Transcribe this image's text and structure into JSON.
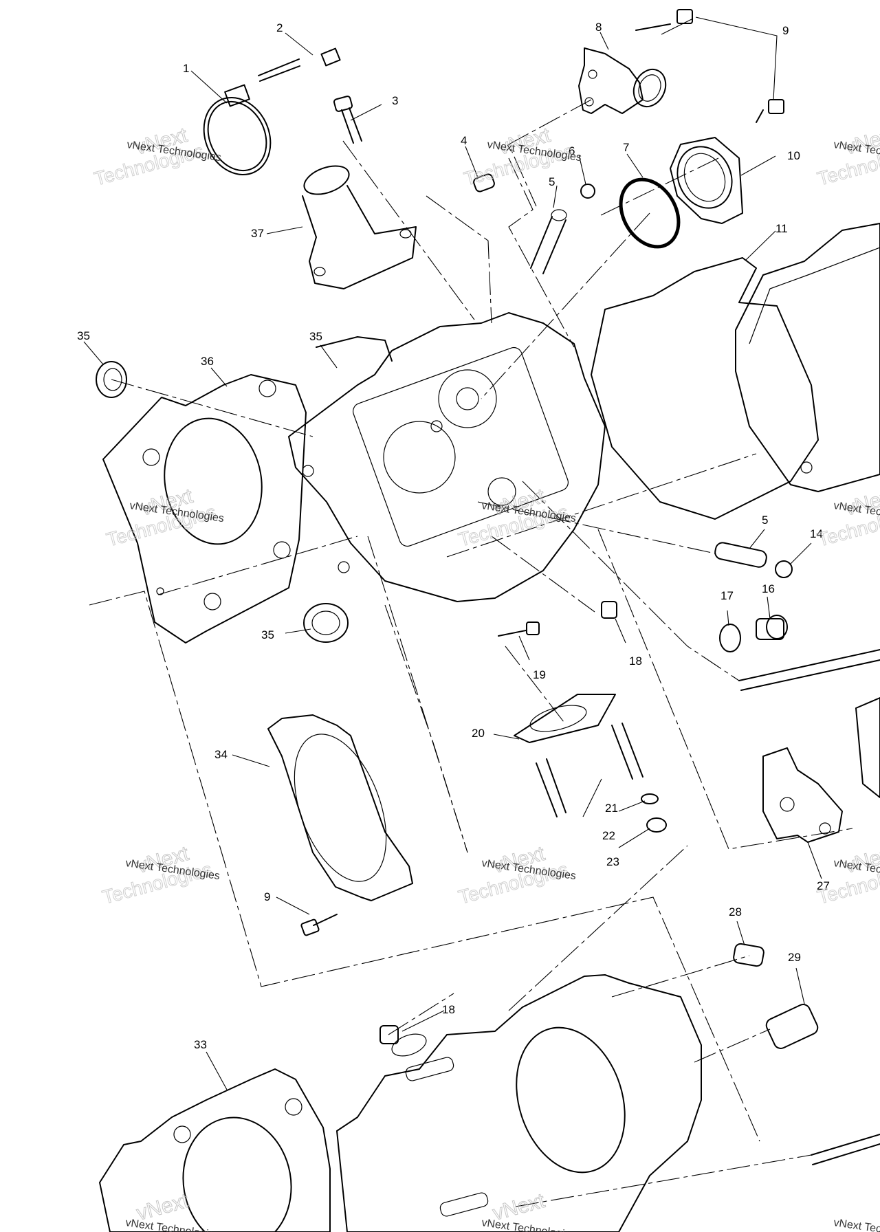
{
  "diagram": {
    "callouts": [
      "1",
      "2",
      "3",
      "4",
      "5",
      "6",
      "7",
      "8",
      "9",
      "10",
      "11",
      "35",
      "36",
      "37",
      "35",
      "5",
      "14",
      "16",
      "17",
      "18",
      "19",
      "35",
      "20",
      "34",
      "21",
      "22",
      "23",
      "27",
      "9",
      "28",
      "29",
      "18",
      "33"
    ],
    "watermark": {
      "line1": "vNext Technologies",
      "line2": "vNext",
      "line3": "Technologies"
    }
  }
}
